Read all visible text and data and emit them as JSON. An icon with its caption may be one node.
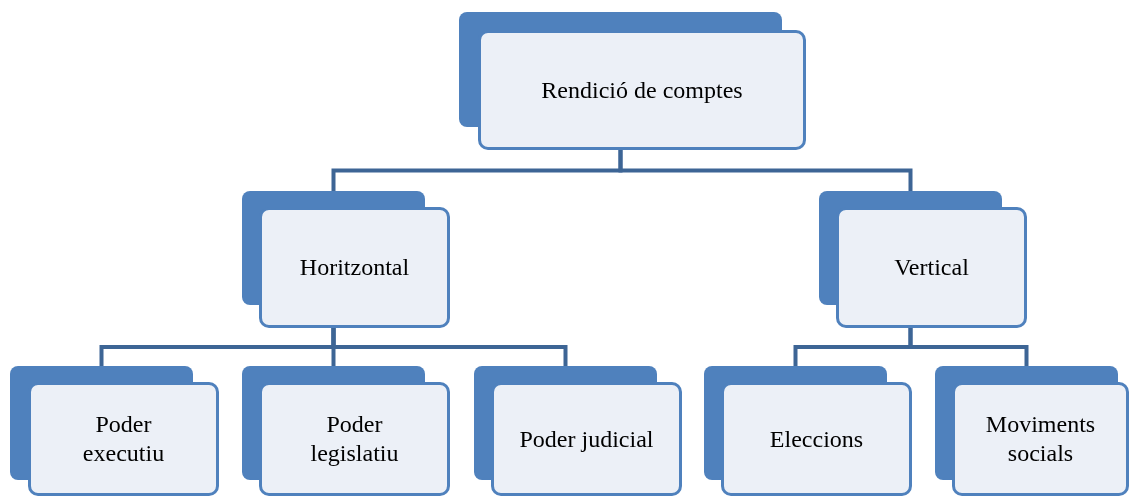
{
  "diagram": {
    "nodes": [
      {
        "text": [
          "Rendició de comptes"
        ]
      },
      {
        "text": [
          "Horitzontal"
        ]
      },
      {
        "text": [
          "Vertical"
        ]
      },
      {
        "text": [
          "Poder executiu"
        ]
      },
      {
        "text": [
          "Poder legislatiu"
        ]
      },
      {
        "text": [
          "Poder judicial"
        ]
      },
      {
        "text": [
          "Eleccions"
        ]
      },
      {
        "text": [
          "Moviments socials"
        ]
      }
    ],
    "edges": [
      {
        "from": 0,
        "to": 1,
        "arrow": "none"
      },
      {
        "from": 0,
        "to": 2,
        "arrow": "none"
      },
      {
        "from": 1,
        "to": 3,
        "arrow": "none"
      },
      {
        "from": 1,
        "to": 4,
        "arrow": "none"
      },
      {
        "from": 1,
        "to": 5,
        "arrow": "none"
      },
      {
        "from": 2,
        "to": 6,
        "arrow": "none"
      },
      {
        "from": 2,
        "to": 7,
        "arrow": "none"
      }
    ]
  }
}
